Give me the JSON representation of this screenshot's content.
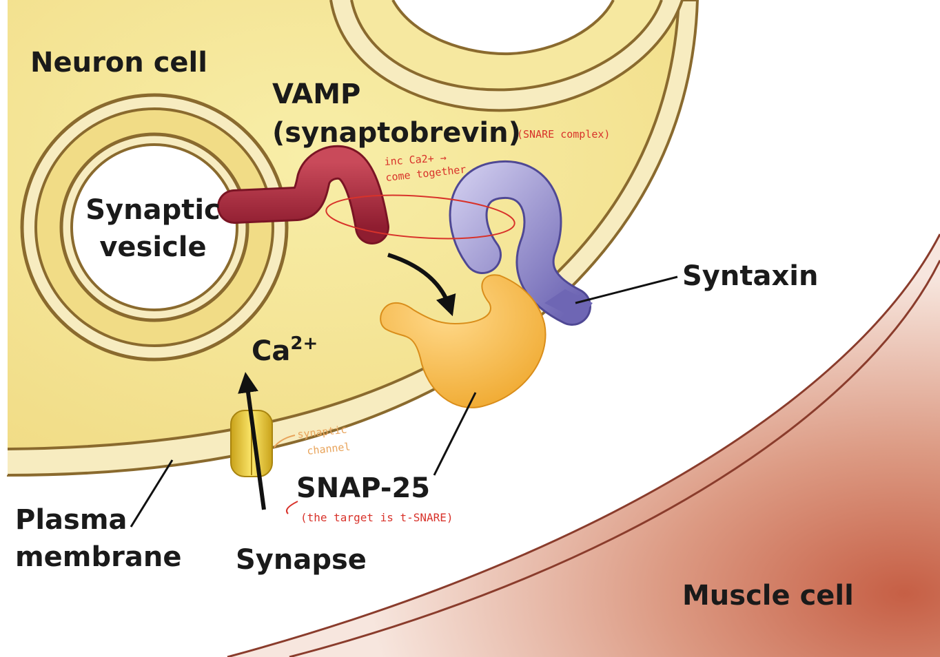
{
  "labels": {
    "neuron_cell": "Neuron cell",
    "vamp_line1": "VAMP",
    "vamp_line2": "(synaptobrevin)",
    "synaptic_vesicle_line1": "Synaptic",
    "synaptic_vesicle_line2": "vesicle",
    "syntaxin": "Syntaxin",
    "calcium": "Ca",
    "calcium_charge": "2+",
    "snap25": "SNAP-25",
    "plasma_membrane_line1": "Plasma",
    "plasma_membrane_line2": "membrane",
    "synapse": "Synapse",
    "muscle_cell": "Muscle cell"
  },
  "annotations": {
    "snare_complex": "(SNARE complex)",
    "inc_ca_line1": "inc Ca2+ →",
    "inc_ca_line2": "come together",
    "synaptic_channel_line1": "synaptic",
    "synaptic_channel_line2": "channel",
    "target_snare": "(the target is t-SNARE)"
  },
  "colors": {
    "neuron_fill": "#f6e8a0",
    "membrane_brown": "#8a6a2e",
    "vamp": "#a8283c",
    "syntaxin": "#8f88c8",
    "snap25": "#f2b53a",
    "muscle": "#c9735a",
    "annotation_red": "#d8322a",
    "annotation_orange": "#e8a35a"
  }
}
